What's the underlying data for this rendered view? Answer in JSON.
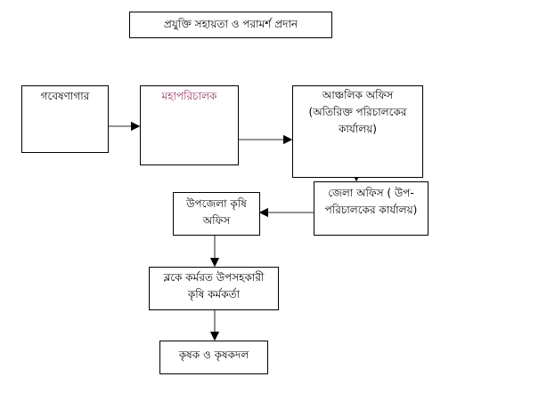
{
  "title": "প্রযুক্তি সহায়তা ও পরামর্শ প্রদান",
  "nodes": {
    "lab": "গবেষণাগার",
    "director_general": "মহাপরিচালক",
    "regional_office": "আঞ্চলিক অফিস (অতিরিক্ত পরিচালকের কার্যালয়)",
    "district_office": "জেলা অফিস ( উপ-পরিচালকের কার্যালয়)",
    "upazila_office": "উপজেলা কৃষি অফিস",
    "block_officer": "ব্লকে কর্মরত উপসহকারী কৃষি কর্মকর্তা",
    "farmers": "কৃষক ও কৃষকদল"
  },
  "colors": {
    "director_general_text": "#993366"
  }
}
